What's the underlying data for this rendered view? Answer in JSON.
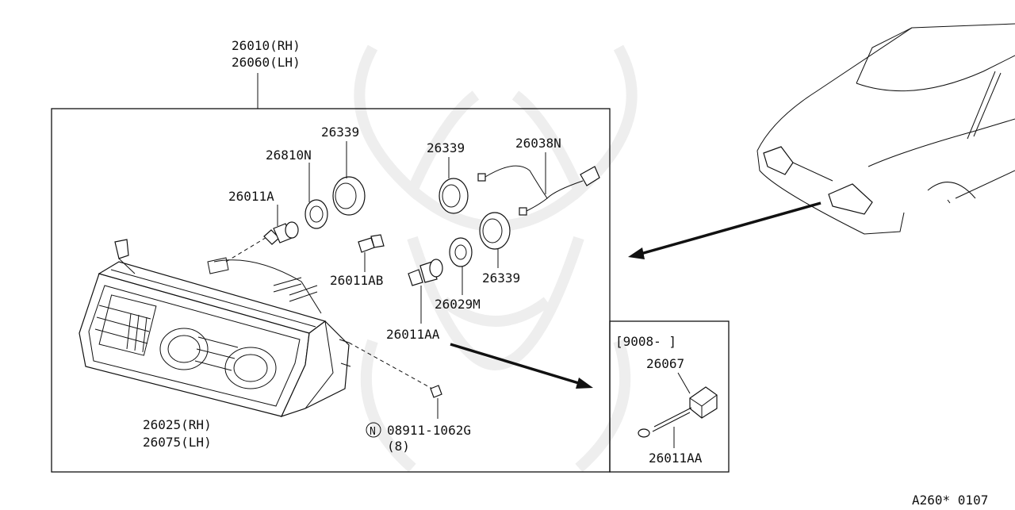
{
  "diagram": {
    "watermark": "samurai-crest-watermark",
    "labels": {
      "housing_rh": "26010(RH)",
      "housing_lh": "26060(LH)",
      "seal_1": "26339",
      "socket_1": "26810N",
      "bulb_1": "26011A",
      "seal_2": "26339",
      "harness": "26038N",
      "bulb_small": "26011AB",
      "seal_3": "26339",
      "socket_2": "26029M",
      "bulb_2": "26011AA",
      "lens_rh": "26025(RH)",
      "lens_lh": "26075(LH)",
      "nut_symbol": "N",
      "nut_part": "08911-1062G",
      "nut_qty": "(8)",
      "inset_date": "[9008-    ]",
      "inset_part_1": "26067",
      "inset_part_2": "26011AA",
      "diagram_code": "A260* 0107"
    }
  }
}
